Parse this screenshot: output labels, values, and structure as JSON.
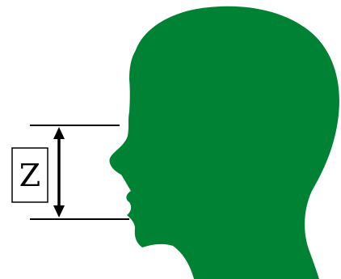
{
  "diagram": {
    "measurement_label": "Z"
  },
  "colors": {
    "head_fill": "#008234",
    "line_color": "#000000",
    "background": "#ffffff"
  },
  "icons": {
    "head": "head-profile-silhouette",
    "arrow": "double-headed-vertical-arrow"
  }
}
